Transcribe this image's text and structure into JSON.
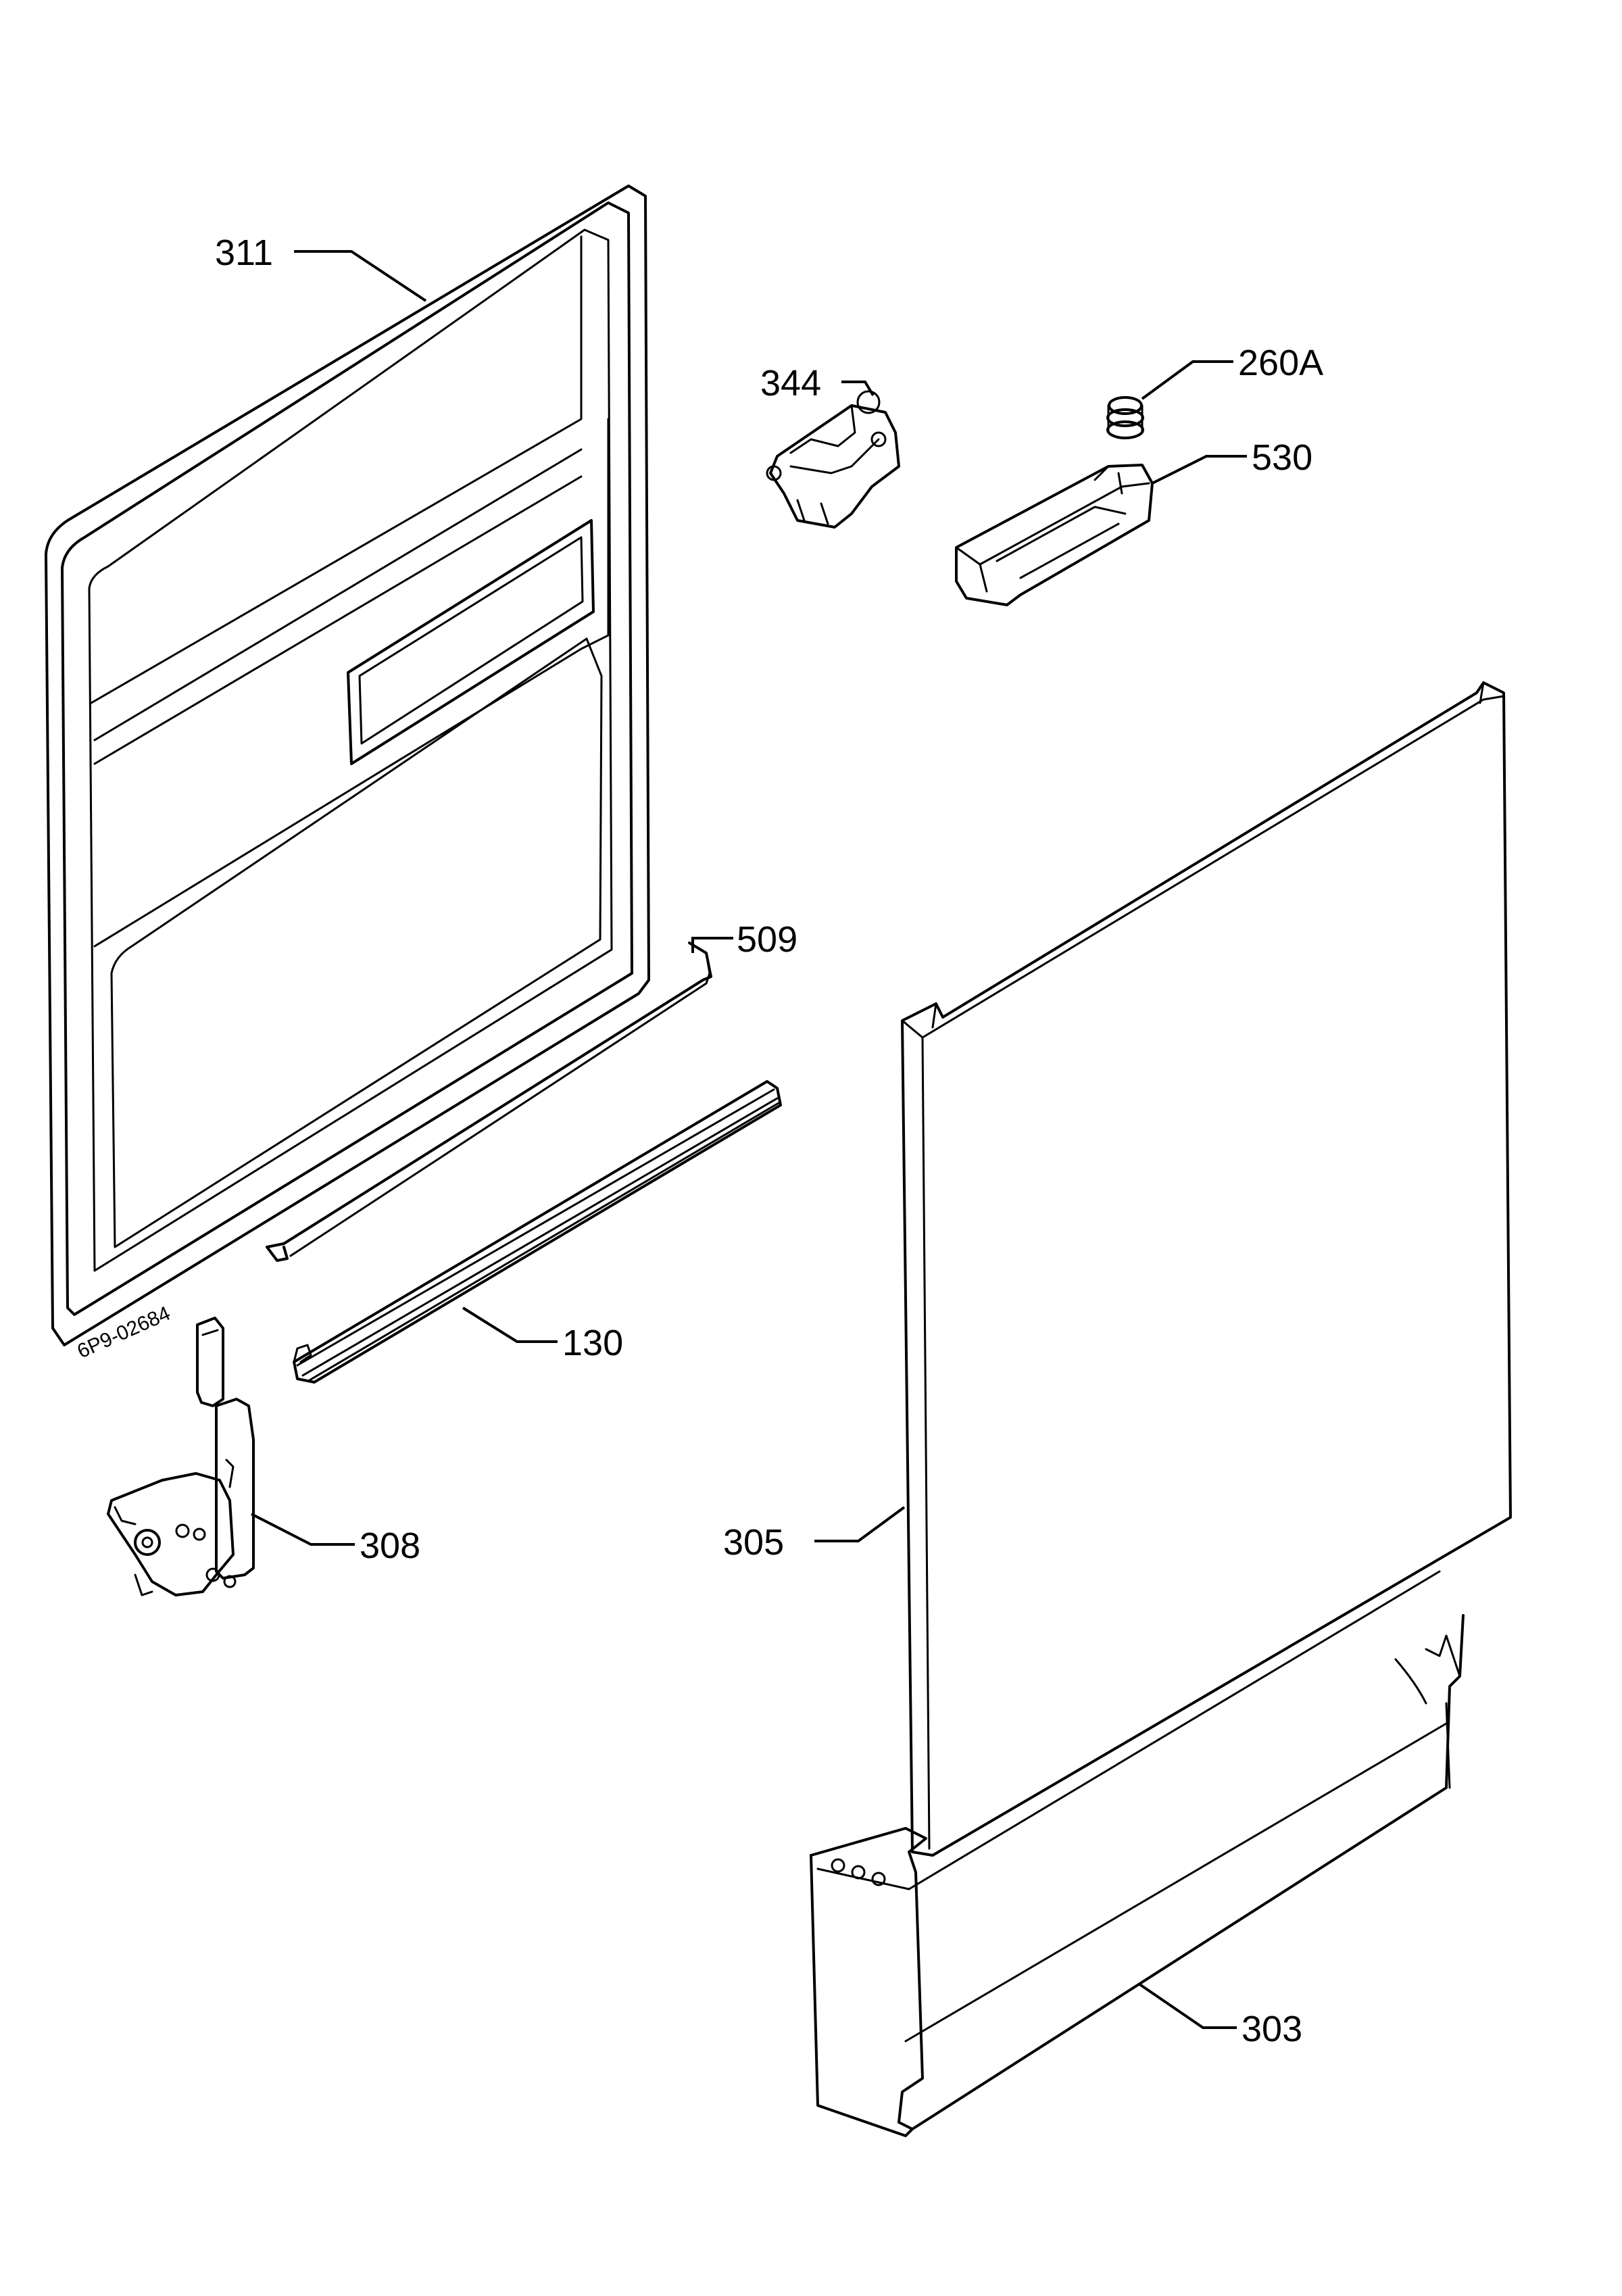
{
  "callouts": {
    "p311": "311",
    "p344": "344",
    "p260a": "260A",
    "p530": "530",
    "p509": "509",
    "p130": "130",
    "p308": "308",
    "p305": "305",
    "p303": "303"
  },
  "drawing_code": "6P9-02684"
}
